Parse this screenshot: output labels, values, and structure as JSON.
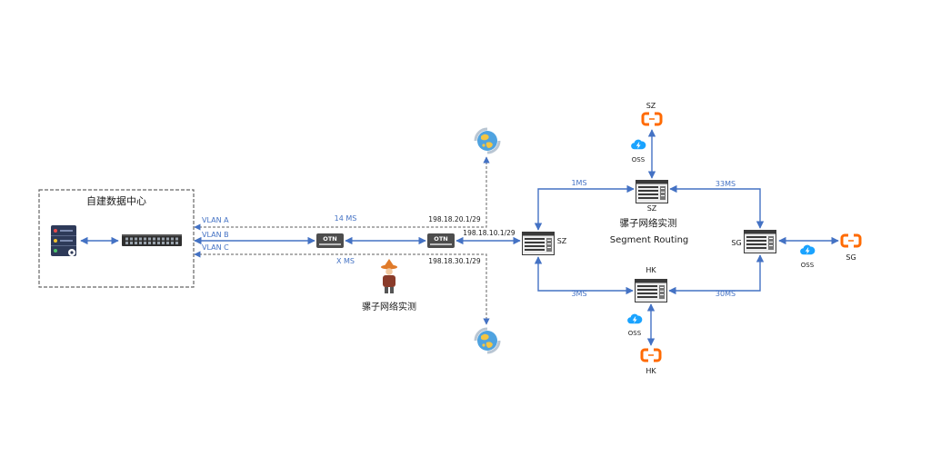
{
  "datacenter": {
    "title": "自建数据中心"
  },
  "vlans": {
    "a": "VLAN A",
    "b": "VLAN B",
    "c": "VLAN C"
  },
  "otn_label": "OTN",
  "latency": {
    "vlan_a": "14 MS",
    "vlan_c": "X MS"
  },
  "ips": {
    "vlan_a": "198.18.20.1/29",
    "vlan_b": "198.18.10.1/29",
    "vlan_c": "198.18.30.1/29"
  },
  "mule_caption": "骡子网络实测",
  "sr": {
    "title": "骡子网络实测",
    "subtitle": "Segment Routing",
    "nodes": {
      "west": "SZ",
      "north": "SZ",
      "south": "HK",
      "east": "SG"
    },
    "links": {
      "west_north": "1MS",
      "north_east": "33MS",
      "west_south": "3MS",
      "south_east": "30MS"
    }
  },
  "cloud": {
    "north": "SZ",
    "south": "HK",
    "east": "SG"
  },
  "oss": {
    "north": "OSS",
    "south": "OSS",
    "east": "OSS"
  },
  "icons": {
    "server": "server-icon",
    "switch": "switch-icon",
    "otn": "otn-device-icon",
    "router": "router-icon",
    "globe": "internet-globe-icon",
    "cloud": "aliyun-cloud-icon",
    "oss": "oss-storage-icon",
    "mule": "mule-person-icon"
  },
  "colors": {
    "link": "#4472c4",
    "dashed": "#7f7f7f",
    "cloud": "#ff6a00",
    "oss": "#1aa3ff"
  }
}
